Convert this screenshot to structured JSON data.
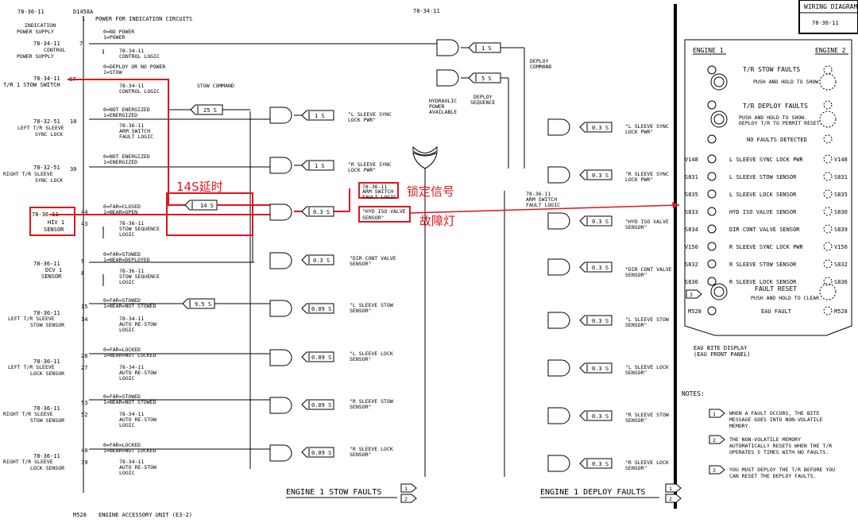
{
  "header": {
    "part_ref": "D1458A",
    "top_ref": "78-34-11",
    "title": "WIRING DIAGRAMS",
    "number": "78-36-11"
  },
  "inputs": [
    {
      "ref": "78-36-11",
      "name": "INDICATION POWER SUPPLY",
      "pin": "1",
      "states": "POWER FOR INDICATION CIRCUITS",
      "logic": ""
    },
    {
      "ref": "78-34-11",
      "name": "CONTROL POWER SUPPLY",
      "pin": "7",
      "states": "0=NO POWER 1=POWER",
      "logic": "78-34-11 CONTROL LOGIC"
    },
    {
      "ref": "78-34-11",
      "name": "T/R 1 STOW SWITCH",
      "pin": "67",
      "states": "0=DEPLOY OR NO POWER 1=STOW",
      "logic": "78-34-11 CONTROL LOGIC"
    },
    {
      "ref": "78-32-51",
      "name": "LEFT T/R SLEEVE SYNC LOCK",
      "pin": "18",
      "states": "0=NOT ENERGIZED 1=ENERGIZED",
      "logic": "78-36-11 ARM SWITCH FAULT LOGIC"
    },
    {
      "ref": "78-32-51",
      "name": "RIGHT T/R SLEEVE SYNC LOCK",
      "pin": "30",
      "states": "0=NOT ENERGIZED 1=ENERGIZED",
      "logic": ""
    },
    {
      "ref": "78-36-11",
      "name": "HIV 1 SENSOR",
      "pin": "44 43",
      "states": "0=FAR=CLOSED 1=NEAR=OPEN",
      "logic": "78-36-11 STOW SEQUENCE LOGIC"
    },
    {
      "ref": "78-36-11",
      "name": "DCV 1 SENSOR",
      "pin": "9 8",
      "states": "0=FAR=STOWED 1=NEAR=DEPLOYED",
      "logic": "78-36-11 STOW SEQUENCE LOGIC"
    },
    {
      "ref": "78-36-11",
      "name": "LEFT T/R SLEEVE STOW SENSOR",
      "pin": "15 14",
      "states": "0=FAR=STOWED 1=NEAR=NOT STOWED",
      "logic": "78-34-11 AUTO RE-STOW LOGIC"
    },
    {
      "ref": "78-36-11",
      "name": "LEFT T/R SLEEVE LOCK SENSOR",
      "pin": "28 27",
      "states": "0=FAR=LOCKED 1=NEAR=NOT LOCKED",
      "logic": "78-34-11 AUTO RE-STOW LOGIC"
    },
    {
      "ref": "78-36-11",
      "name": "RIGHT T/R SLEEVE STOW SENSOR",
      "pin": "53 52",
      "states": "0=FAR=STOWED 1=NEAR=NOT STOWED",
      "logic": "78-34-11 AUTO RE-STOW LOGIC"
    },
    {
      "ref": "78-36-11",
      "name": "RIGHT T/R SLEEVE LOCK SENSOR",
      "pin": "40 39",
      "states": "0=FAR=LOCKED 1=NEAR=NOT LOCKED",
      "logic": "78-34-11 AUTO RE-STOW LOGIC"
    }
  ],
  "delays": {
    "d1": "1 S",
    "d5": "5 S",
    "d25": "25 S",
    "d14": "14 S",
    "d95": "9.5 S",
    "d03": "0.3 S",
    "d009": "0.09 S"
  },
  "labels": {
    "stow_cmd": "STOW COMMAND",
    "deploy_cmd": "DEPLOY COMMAND",
    "hyd": "HYDRAULIC POWER AVAILABLE",
    "deploy_seq": "DEPLOY SEQUENCE",
    "l_sync": "\"L SLEEVE SYNC LOCK PWR\"",
    "r_sync": "\"R SLEEVE SYNC LOCK PWR\"",
    "hiv": "\"HYD ISO VALVE SENSOR\"",
    "dir": "\"DIR CONT VALVE SENSOR\"",
    "l_stow": "\"L SLEEVE STOW SENSOR\"",
    "l_lock": "\"L SLEEVE LOCK SENSOR\"",
    "r_stow": "\"R SLEEVE STOW SENSOR\"",
    "r_lock": "\"R SLEEVE LOCK SENSOR\"",
    "arm": "78-36-11 ARM SWITCH FAULT LOGIC",
    "stow_faults": "ENGINE 1 STOW FAULTS",
    "deploy_faults": "ENGINE 1 DEPLOY FAULTS",
    "n1": "1",
    "n2": "2",
    "footer_ref": "M528",
    "footer": "ENGINE ACCESSORY UNIT (E3-2)"
  },
  "annotations": {
    "delay14": "14S延时",
    "lock_signal": "锁定信号",
    "fault_light": "故障灯"
  },
  "panel": {
    "engine1": "ENGINE 1",
    "engine2": "ENGINE 2",
    "stow_faults": "T/R STOW FAULTS",
    "stow_hint": "PUSH AND HOLD TO SHOW.",
    "deploy_faults": "T/R DEPLOY FAULTS",
    "deploy_hint": "PUSH AND HOLD TO SHOW. DEPLOY T/R TO PERMIT RESET.",
    "no_faults": "NO FAULTS DETECTED",
    "rows": [
      {
        "l": "V148",
        "name": "L SLEEVE SYNC LOCK PWR",
        "r": "V148"
      },
      {
        "l": "S831",
        "name": "L SLEEVE STOW SENSOR",
        "r": "S831"
      },
      {
        "l": "S835",
        "name": "L SLEEVE LOCK SENSOR",
        "r": "S835"
      },
      {
        "l": "S833",
        "name": "HYD ISO VALVE SENSOR",
        "r": "S830"
      },
      {
        "l": "S834",
        "name": "DIR CONT VALVE SENSOR",
        "r": "S839"
      },
      {
        "l": "V150",
        "name": "R SLEEVE SYNC LOCK PWR",
        "r": "V150"
      },
      {
        "l": "S832",
        "name": "R SLEEVE STOW SENSOR",
        "r": "S832"
      },
      {
        "l": "S836",
        "name": "R SLEEVE LOCK SENSOR",
        "r": "S836"
      }
    ],
    "fault_reset": "FAULT RESET",
    "reset_hint": "PUSH AND HOLD TO CLEAR.",
    "reset_ref": "3",
    "eau_ref": "M528",
    "eau_fault": "EAU FAULT",
    "eau_fault_r": "M528",
    "caption": "EAU BITE DISPLAY (EAU FRONT PANEL)"
  },
  "notes": {
    "title": "NOTES:",
    "items": [
      {
        "n": "1",
        "text": "WHEN A FAULT OCCURS, THE BITE MESSAGE GOES INTO NON-VOLATILE MEMORY."
      },
      {
        "n": "2",
        "text": "THE NON-VOLATILE MEMORY AUTOMATICALLY RESETS WHEN THE T/R OPERATES 5 TIMES WITH NO FAULTS."
      },
      {
        "n": "3",
        "text": "YOU MUST DEPLOY THE T/R BEFORE YOU CAN RESET THE DEPLOY FAULTS."
      }
    ]
  }
}
